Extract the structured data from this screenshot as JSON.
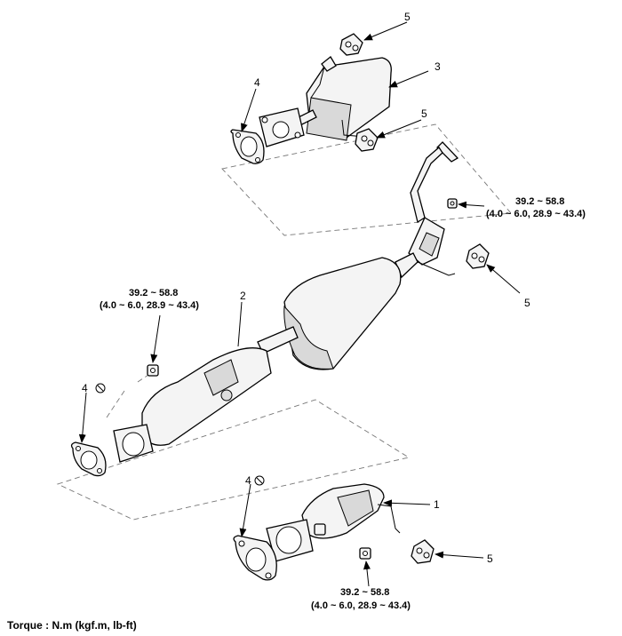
{
  "callouts": {
    "c1": "1",
    "c2": "2",
    "c3": "3",
    "c4a": "4",
    "c4b": "4",
    "c4c": "4",
    "c5a": "5",
    "c5b": "5",
    "c5c": "5",
    "c5d": "5"
  },
  "torque_specs": [
    {
      "nm": "39.2 ~ 58.8",
      "alt": "(4.0 ~ 6.0, 28.9 ~ 43.4)"
    },
    {
      "nm": "39.2 ~ 58.8",
      "alt": "(4.0 ~ 6.0, 28.9 ~ 43.4)"
    },
    {
      "nm": "39.2 ~ 58.8",
      "alt": "(4.0 ~ 6.0, 28.9 ~ 43.4)"
    }
  ],
  "footer": {
    "torque_units": "Torque : N.m (kgf.m, lb-ft)"
  },
  "colors": {
    "line": "#000000",
    "part_fill": "#f4f4f4",
    "dashed": "#777777"
  },
  "icons": {
    "do_not_reuse": "circle-slash-icon"
  }
}
